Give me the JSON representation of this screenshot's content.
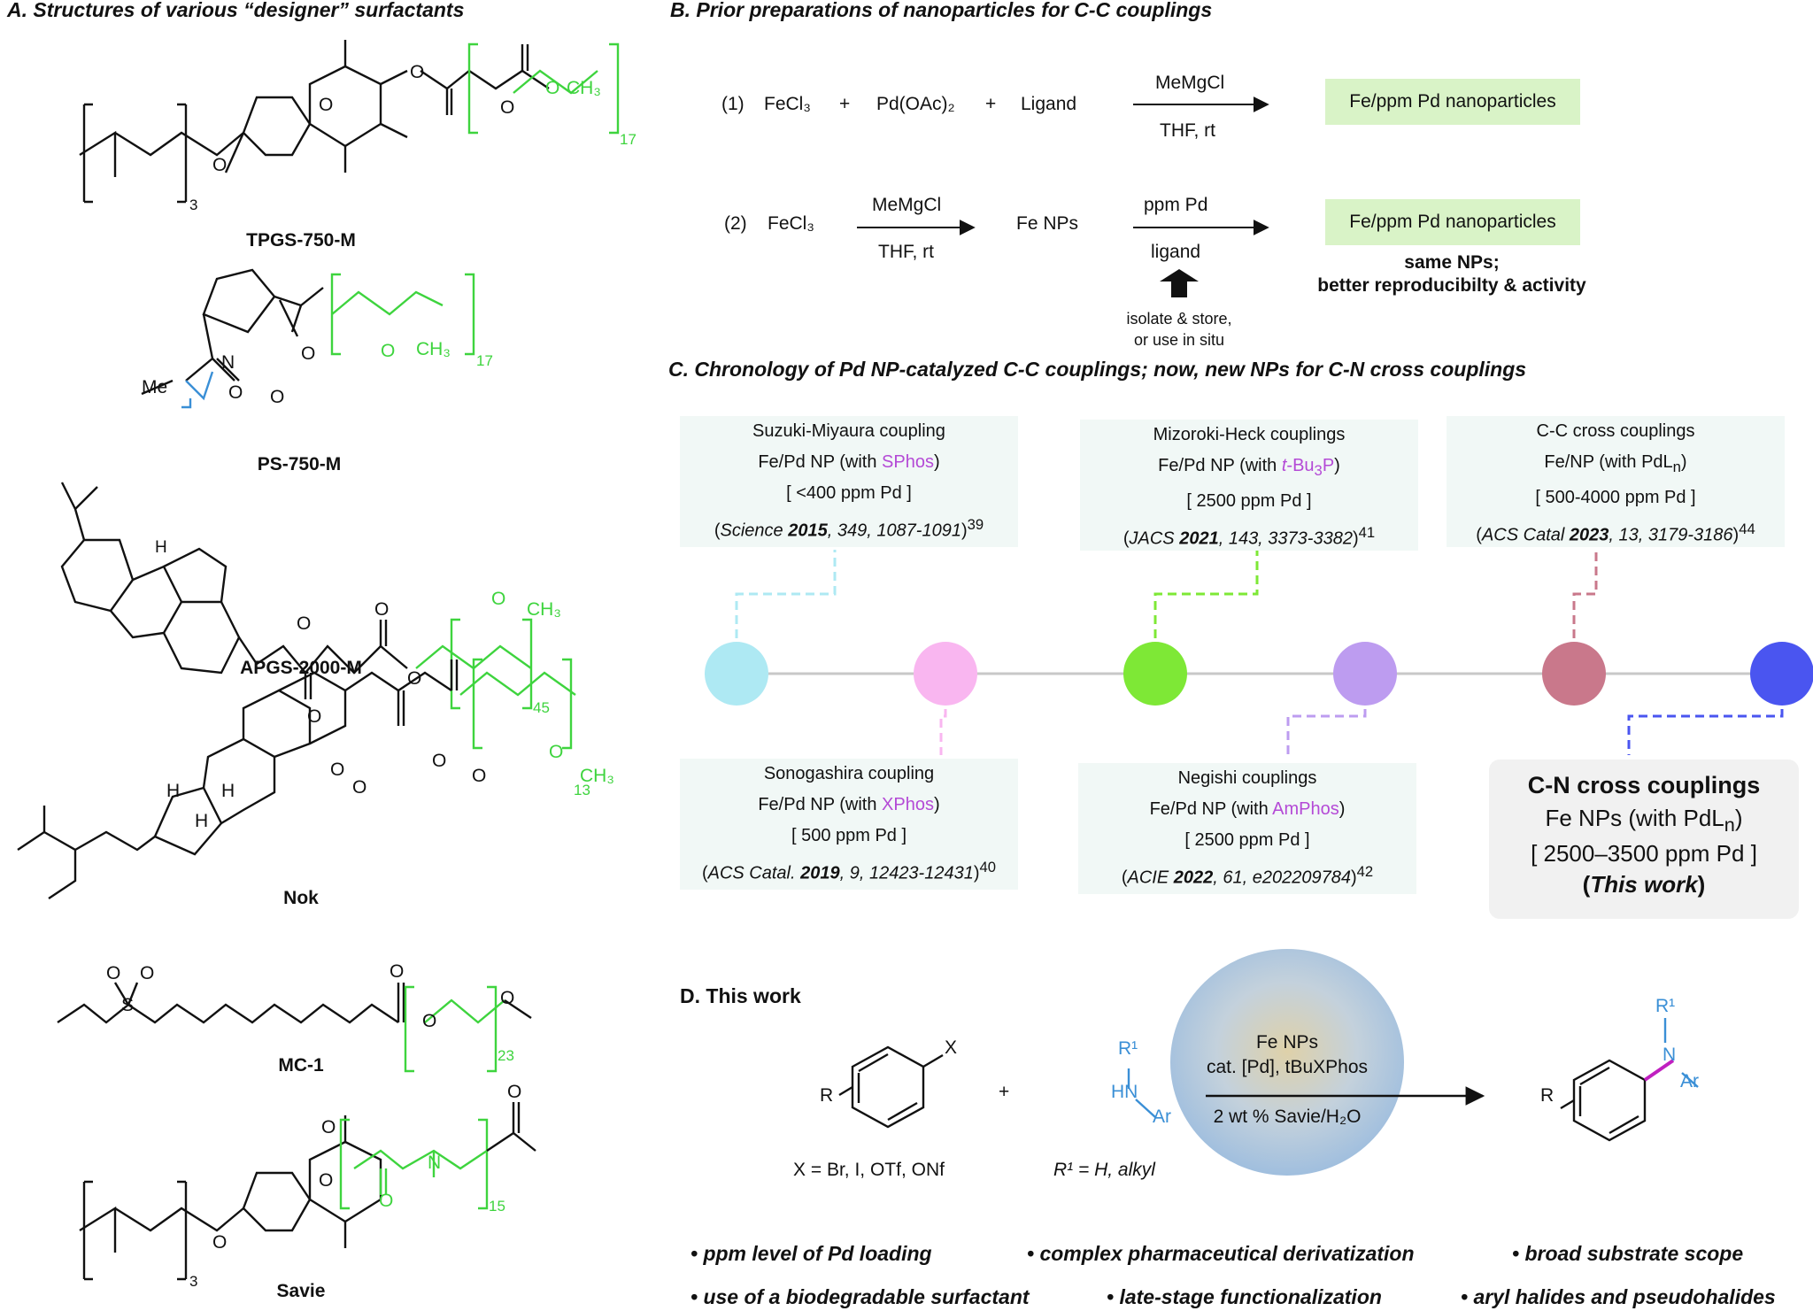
{
  "sections": {
    "a": "A. Structures of various  “designer” surfactants",
    "b": "B. Prior preparations of nanoparticles for C-C couplings",
    "c": "C. Chronology of Pd NP-catalyzed C-C couplings; now, new NPs for C-N cross couplings",
    "d": "D. This work"
  },
  "surfactants": [
    "TPGS-750-M",
    "PS-750-M",
    "APGS-2000-M",
    "Nok",
    "MC-1",
    "Savie"
  ],
  "structure_text": {
    "ch3": "CH₃",
    "me": "Me",
    "n17": "17",
    "n17b": "17",
    "n45": "45",
    "n13": "13",
    "n23": "23",
    "n15": "15",
    "n3": "3",
    "n3b": "3",
    "h": "H"
  },
  "route1": {
    "num": "(1)",
    "r1": "FeCl₃",
    "plus1": "+",
    "r2": "Pd(OAc)₂",
    "plus2": "+",
    "r3": "Ligand",
    "above": "MeMgCl",
    "below": "THF, rt",
    "product": "Fe/ppm Pd nanoparticles"
  },
  "route2": {
    "num": "(2)",
    "r1": "FeCl₃",
    "above1": "MeMgCl",
    "below1": "THF, rt",
    "mid": "Fe NPs",
    "above2": "ppm Pd",
    "below2": "ligand",
    "product": "Fe/ppm Pd nanoparticles",
    "note1": "same NPs;",
    "note2": "better reproducibilty & activity",
    "iso1": "isolate & store,",
    "iso2": "or use in situ"
  },
  "timeline": [
    {
      "title": "Suzuki-Miyaura coupling",
      "cat": "Fe/Pd NP (with SPhos)",
      "ppm": "[ <400 ppm Pd ]",
      "ref": "(Science 2015, 349, 1087-1091)39",
      "color": "#aee9f3"
    },
    {
      "title": "Sonogashira coupling",
      "cat": "Fe/Pd NP (with XPhos)",
      "ppm": "[ 500 ppm Pd ]",
      "ref": "(ACS Catal. 2019, 9, 12423-12431)40",
      "color": "#f9b6f0"
    },
    {
      "title": "Mizoroki-Heck couplings",
      "cat": "Fe/Pd NP (with t-Bu3P)",
      "ppm": "[ 2500 ppm Pd ]",
      "ref": "(JACS 2021, 143, 3373-3382)41",
      "color": "#7ee836"
    },
    {
      "title": "Negishi couplings",
      "cat": "Fe/Pd NP (with AmPhos)",
      "ppm": "[ 2500 ppm Pd ]",
      "ref": "(ACIE 2022, 61, e202209784)42",
      "color": "#bd9cf0"
    },
    {
      "title": "C-C cross couplings",
      "cat": "Fe/NP (with PdLn)",
      "ppm": "[ 500-4000 ppm Pd ]",
      "ref": "(ACS Catal 2023, 13, 3179-3186)44",
      "color": "#c9788b"
    },
    {
      "title": "C-N cross couplings",
      "cat": "Fe NPs (with PdLn)",
      "ppm": "[ 2500–3500 ppm Pd ]",
      "ref": "(This work)",
      "color": "#4a55f0"
    }
  ],
  "reaction": {
    "x_label": "X",
    "r_label": "R",
    "plus": "+",
    "x_def": "X = Br, I, OTf, ONf",
    "r1": "R¹",
    "hn": "HN",
    "ar": "Ar",
    "r1_def": "R¹ = H, alkyl",
    "above1": "Fe NPs",
    "above2": "cat. [Pd], tBuXPhos",
    "below": "2 wt % Savie/H₂O",
    "p_r1": "R¹",
    "p_n": "N",
    "p_ar": "Ar",
    "p_r": "R"
  },
  "bullets": [
    "• ppm level of Pd loading",
    "• complex pharmaceutical derivatization",
    "• broad substrate scope",
    "• use of a biodegradable surfactant",
    "• late-stage functionalization",
    "• aryl halides and pseudohalides"
  ],
  "colors": {
    "peg_green": "#3ed43e",
    "blue": "#3a8fd6",
    "purple": "#b44ad6",
    "magenta": "#c020c0"
  }
}
